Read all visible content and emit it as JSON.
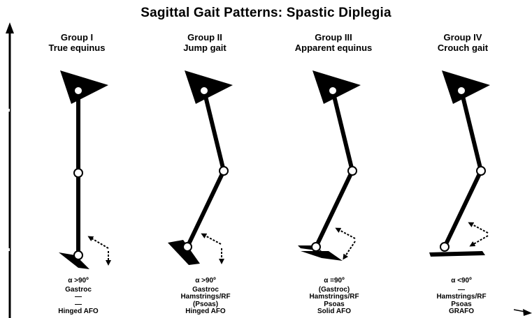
{
  "title": "Sagittal Gait Patterns: Spastic Diplegia",
  "colors": {
    "ink": "#000000",
    "background": "#ffffff"
  },
  "groups": [
    {
      "name": "Group I",
      "pattern": "True equinus",
      "alpha": "α >90º",
      "lines": [
        "Gastroc",
        "—",
        "—",
        "Hinged AFO"
      ]
    },
    {
      "name": "Group II",
      "pattern": "Jump gait",
      "alpha": "α >90º",
      "lines": [
        "Gastroc",
        "Hamstrings/RF",
        "(Psoas)",
        "Hinged AFO"
      ]
    },
    {
      "name": "Group III",
      "pattern": "Apparent equinus",
      "alpha": "α =90º",
      "lines": [
        "(Gastroc)",
        "Hamstrings/RF",
        "Psoas",
        "Solid AFO"
      ]
    },
    {
      "name": "Group IV",
      "pattern": "Crouch gait",
      "alpha": "α <90º",
      "lines": [
        "—",
        "Hamstrings/RF",
        "Psoas",
        "GRAFO"
      ]
    }
  ]
}
